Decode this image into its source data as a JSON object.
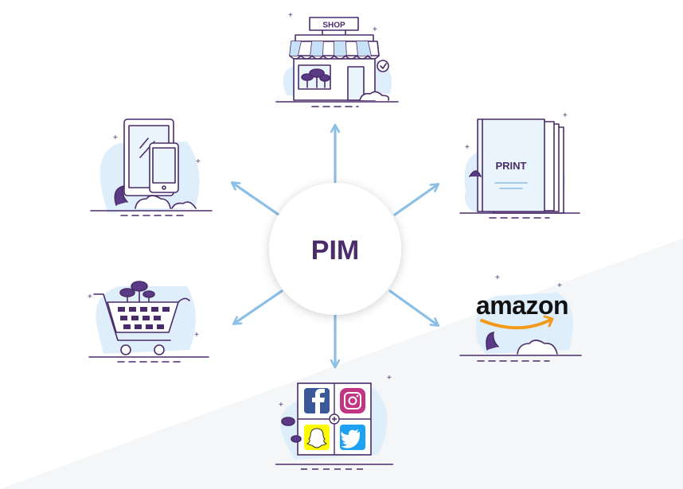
{
  "hub": {
    "label": "PIM"
  },
  "channels": {
    "shop": {
      "sign": "SHOP"
    },
    "print": {
      "label": "PRINT"
    },
    "amazon": {
      "wordmark": "amazon"
    },
    "devices": {},
    "cart": {},
    "social": {}
  },
  "colors": {
    "arrow": "#8bbfe6",
    "outline": "#4a2c6a",
    "hub_text": "#4a2c6a",
    "blob": "#dfeefb",
    "accent_orange": "#f49a1a",
    "background_wedge": "#f4f6f7"
  },
  "icons": [
    "shop-icon",
    "print-book-icon",
    "amazon-logo",
    "shopping-cart-icon",
    "mobile-devices-icon",
    "facebook-icon",
    "instagram-icon",
    "snapchat-icon",
    "twitter-icon"
  ]
}
